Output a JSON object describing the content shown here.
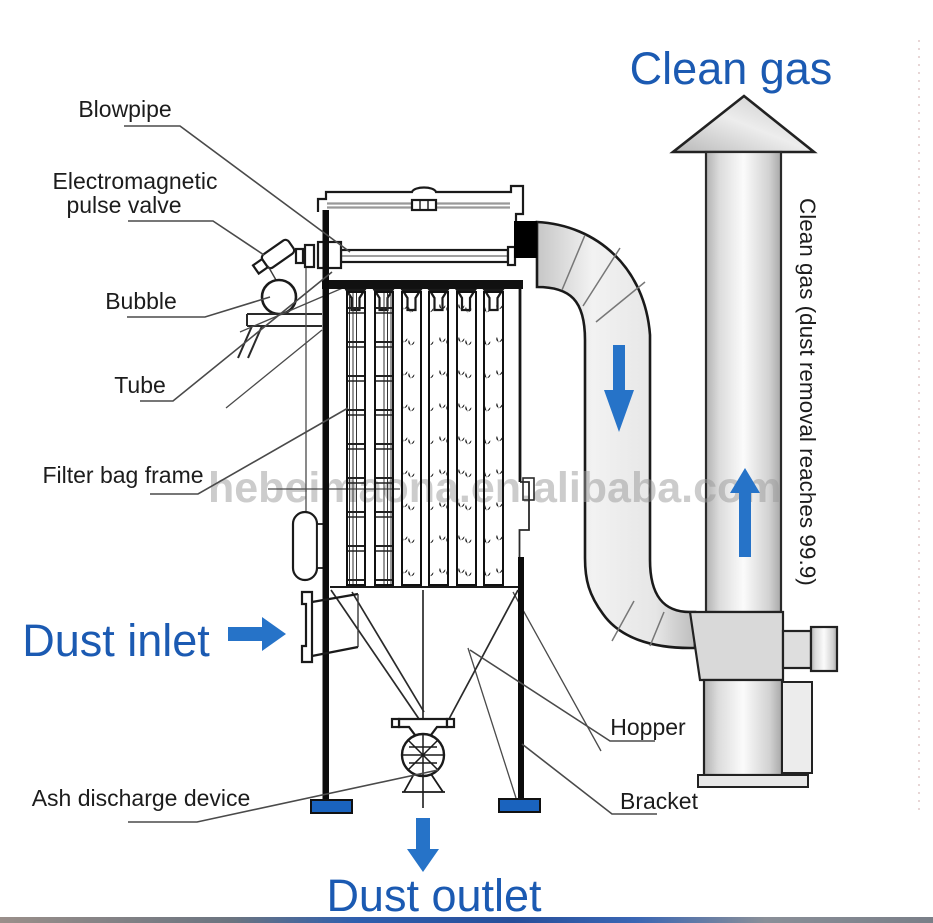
{
  "diagram": {
    "flow_labels": {
      "clean_gas": "Clean gas",
      "dust_inlet": "Dust inlet",
      "dust_outlet": "Dust outlet"
    },
    "side_note": "Clean gas (dust removal reaches 99.9)",
    "part_labels": {
      "blowpipe": "Blowpipe",
      "electromagnetic_pulse_valve_line1": "Electromagnetic",
      "electromagnetic_pulse_valve_line2": "pulse valve",
      "bubble": "Bubble",
      "tube": "Tube",
      "filter_bag_frame": "Filter bag frame",
      "hopper": "Hopper",
      "bracket": "Bracket",
      "ash_discharge_device": "Ash discharge device"
    },
    "watermark": "hebeimaona.en.alibaba.com",
    "colors": {
      "label_blue": "#1b5ab2",
      "arrow_blue": "#2673c8",
      "foot_blue": "#1a63be",
      "line": "#1a1a1a",
      "watermark_gray": "#9a9a9a"
    }
  }
}
